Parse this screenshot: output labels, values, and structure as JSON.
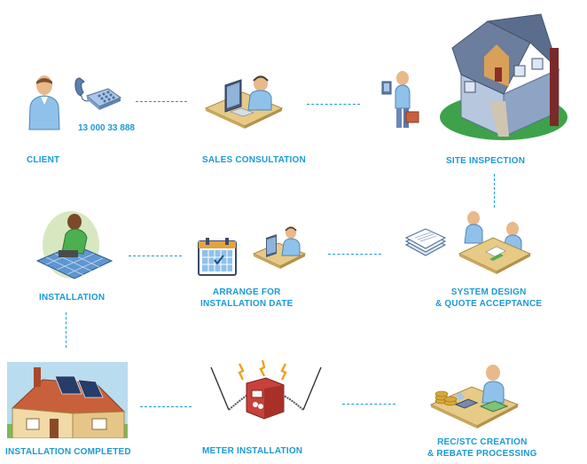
{
  "phone_number": "13 000 33 888",
  "steps": {
    "client": {
      "label": "CLIENT"
    },
    "sales": {
      "label": "SALES CONSULTATION"
    },
    "inspection": {
      "label": "SITE INSPECTION"
    },
    "design": {
      "line1": "SYSTEM DESIGN",
      "line2": "& QUOTE ACCEPTANCE"
    },
    "arrange": {
      "line1": "ARRANGE FOR",
      "line2": "INSTALLATION DATE"
    },
    "installation": {
      "label": "INSTALLATION"
    },
    "completed": {
      "label": "INSTALLATION COMPLETED"
    },
    "meter": {
      "label": "METER INSTALLATION"
    },
    "rec": {
      "line1": "REC/STC CREATION",
      "line2": "& REBATE PROCESSING"
    }
  },
  "colors": {
    "accent": "#1a9ad6",
    "person": "#8fc1ea",
    "desk": "#e6ca86",
    "house": "#7a8fb0",
    "roof": "#c8613b"
  }
}
